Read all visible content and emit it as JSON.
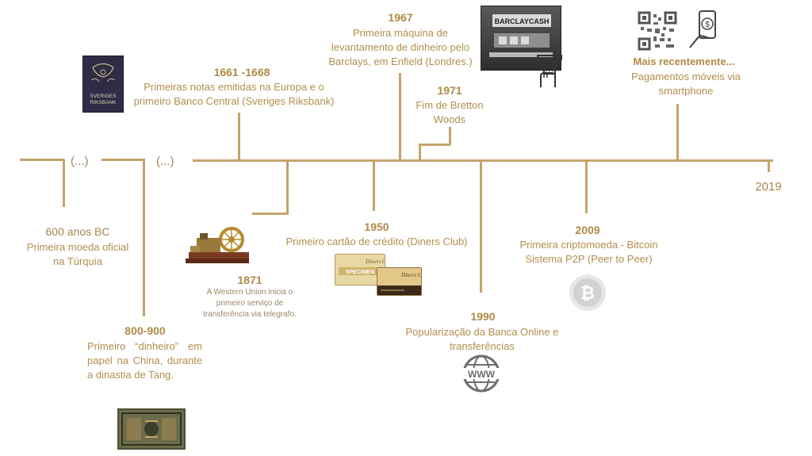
{
  "ellipsis": [
    "(...)",
    "(...)"
  ],
  "events": {
    "bc600": {
      "year": "600 anos BC",
      "text": "Primeira moeda oficial na Túrquia"
    },
    "y800": {
      "year": "800-900",
      "text": "Primeiro “dinheiro” em papel na China, durante a dinastia de Tang."
    },
    "y1661": {
      "year": "1661 -1668",
      "line1": "Primeiras notas emitidas  na Europa e o",
      "line2": "primeiro Banco Central  (Sveriges Riksbank)"
    },
    "y1871": {
      "year": "1871",
      "text": "A Western Union inicia o primeiro serviço de transferência via telegrafo."
    },
    "y1950": {
      "year": "1950",
      "text": "Primeiro cartão de crédito (Diners Club)"
    },
    "y1967": {
      "year": "1967",
      "text": "Primeira máquina de levantamento de dinheiro pelo Barclays, em Enfield (Londres.)"
    },
    "y1971": {
      "year": "1971",
      "text": "Fim de Bretton Woods"
    },
    "y1990": {
      "year": "1990",
      "text": "Popularização da Banca Online e transferências"
    },
    "y2009": {
      "year": "2009",
      "line1": "Primeira criptomoeda -  Bitcoin",
      "line2": "Sistema P2P (Peer to Peer)"
    },
    "recent": {
      "title": "Mais recentemente...",
      "text": "Pagamentos móveis via smartphone"
    }
  },
  "end_year": "2019",
  "images": {
    "riksbank_text": [
      "SVERIGES",
      "RIKSBANK"
    ],
    "barclays_text": "BARCLAYCASH",
    "diners_text": "Diners Club",
    "specimen_text": "SPECIMEN",
    "www_text": "WWW"
  },
  "colors": {
    "line": "#c4a46c",
    "year": "#b08a45",
    "text": "#b38e4d"
  }
}
